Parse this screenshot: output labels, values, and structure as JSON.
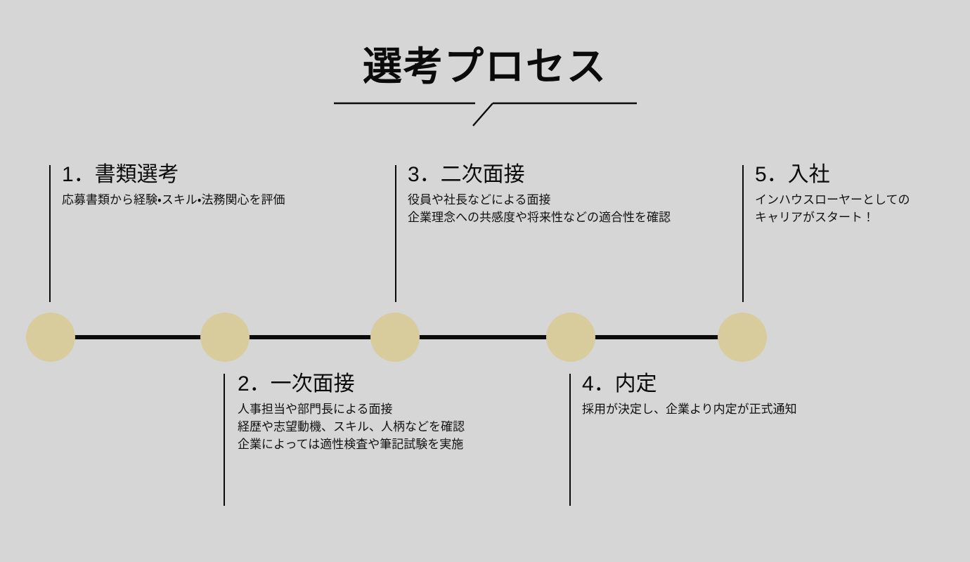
{
  "page": {
    "background_color": "#d6d6d6",
    "text_color": "#111111",
    "accent_color": "#d8cc9c",
    "line_color": "#0b0b0b"
  },
  "title": {
    "text": "選考プロセス"
  },
  "timeline": {
    "node_count": 5,
    "steps": [
      {
        "number": "1",
        "separator": "．",
        "name": "書類選考",
        "heading": "1．書類選考",
        "position": "above",
        "description_lines": [
          "応募書類から経験・スキル・法務関心を評価"
        ]
      },
      {
        "number": "2",
        "separator": "．",
        "name": "一次面接",
        "heading": "2．一次面接",
        "position": "below",
        "description_lines": [
          "人事担当や部門長による面接",
          "経歴や志望動機、スキル、人柄などを確認",
          "企業によっては適性検査や筆記試験を実施"
        ]
      },
      {
        "number": "3",
        "separator": "．",
        "name": "二次面接",
        "heading": "3．二次面接",
        "position": "above",
        "description_lines": [
          "役員や社長などによる面接",
          "企業理念への共感度や将来性などの適合性を確認"
        ]
      },
      {
        "number": "4",
        "separator": "．",
        "name": "内定",
        "heading": "4．内定",
        "position": "below",
        "description_lines": [
          "採用が決定し、企業より内定が正式通知"
        ]
      },
      {
        "number": "5",
        "separator": "．",
        "name": "入社",
        "heading": "5．入社",
        "position": "above",
        "description_lines": [
          "インハウスローヤーとしての",
          "キャリアがスタート！"
        ]
      }
    ]
  }
}
